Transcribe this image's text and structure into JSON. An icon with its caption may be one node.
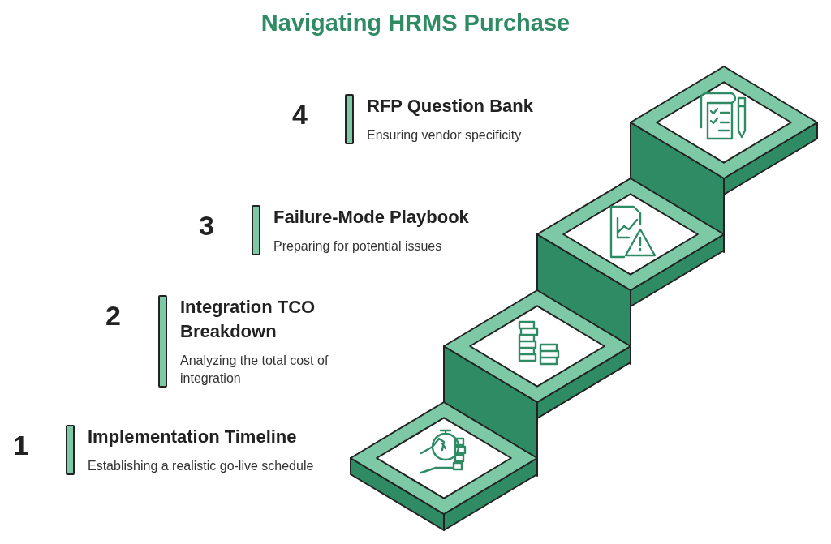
{
  "diagram": {
    "title": "Navigating HRMS Purchase",
    "labels": [
      "4",
      "RFP Question Bank",
      "Ensuring vendor specificity",
      "3",
      "Failure-Mode Playbook",
      "Preparing for potential issues",
      "2",
      "Integration TCO Breakdown",
      "Analyzing the total cost of integration",
      "1",
      "Implementation Timeline",
      "Establishing a realistic go-live schedule"
    ]
  }
}
